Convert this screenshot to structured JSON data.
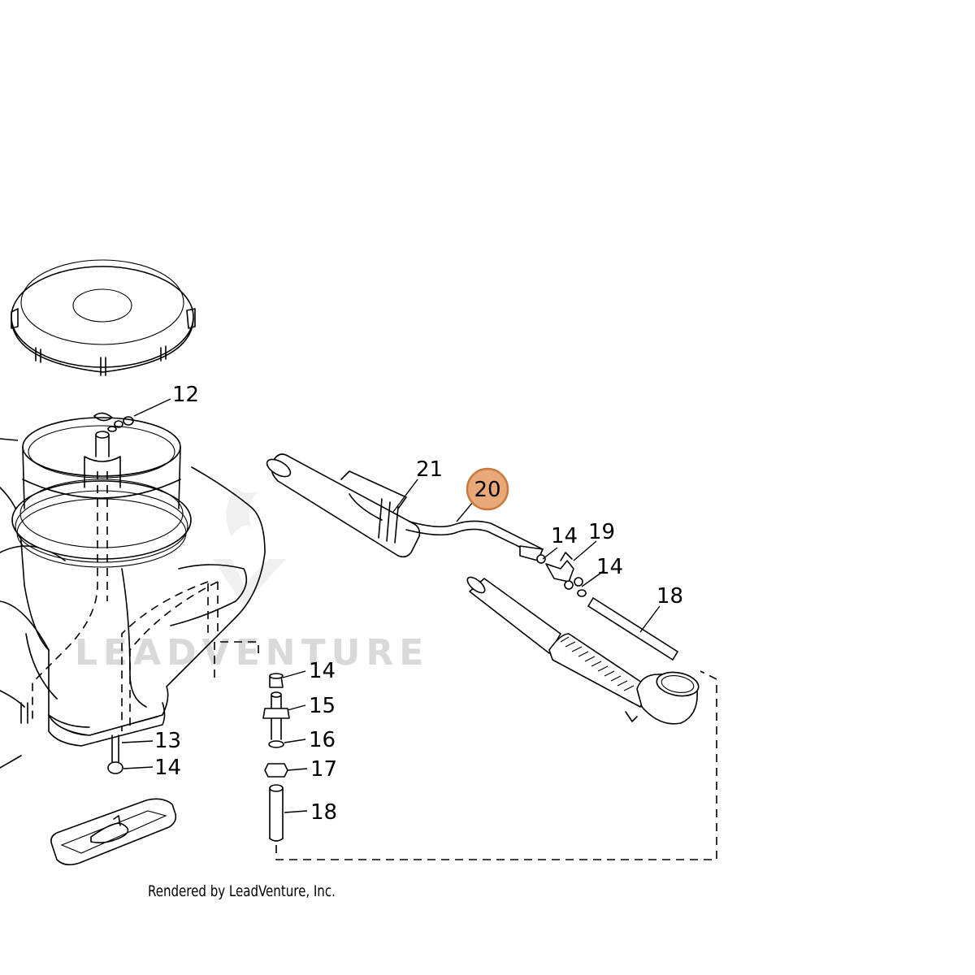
{
  "watermark": "LEADVENTURE",
  "credit": "Rendered by LeadVenture, Inc.",
  "highlight_color": "#e8a878",
  "highlight_border": "#c8783c",
  "callouts": {
    "c12": "12",
    "c13": "13",
    "c14_bottom": "14",
    "c14_mid": "14",
    "c15": "15",
    "c16": "16",
    "c17": "17",
    "c18_bottom": "18",
    "c18_right": "18",
    "c14_top_left": "14",
    "c19": "19",
    "c14_top_right": "14",
    "c20": "20",
    "c21": "21"
  }
}
